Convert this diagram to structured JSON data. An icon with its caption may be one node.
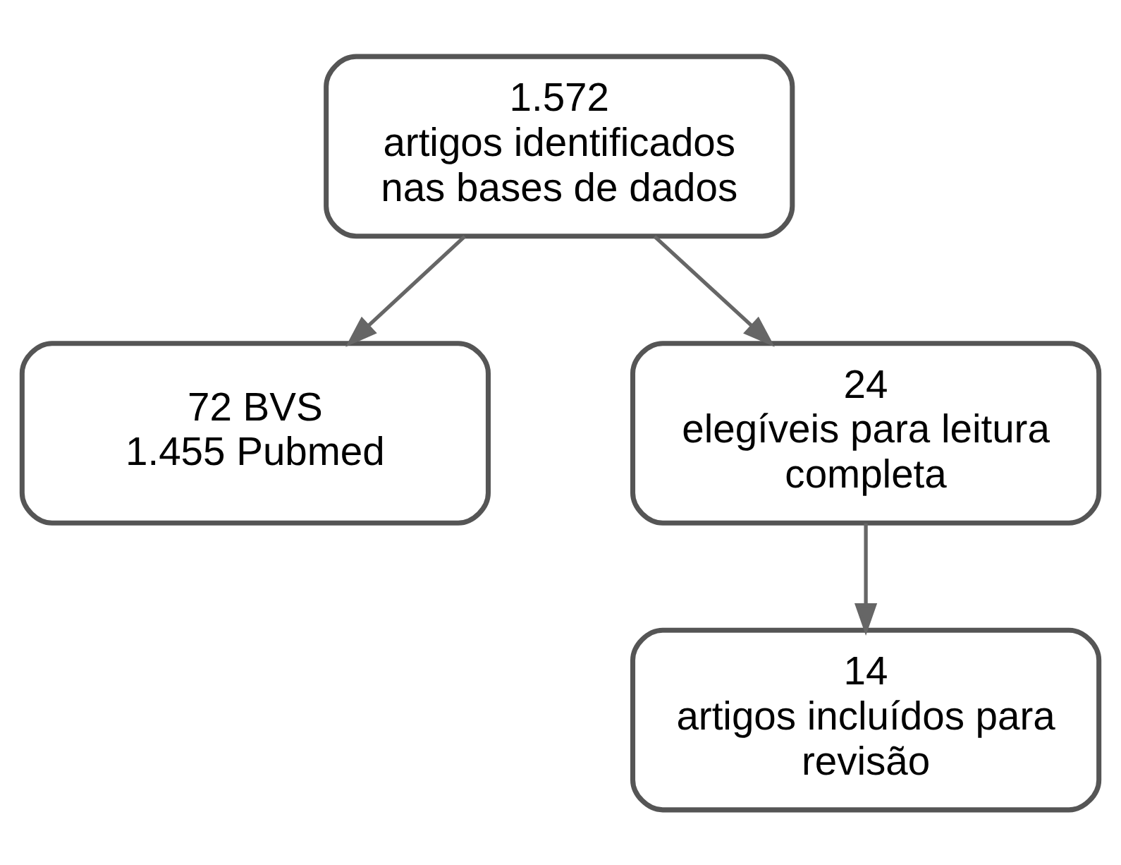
{
  "diagram": {
    "nodes": [
      {
        "text": [
          "1.572",
          "artigos identificados nas bases de dados"
        ]
      },
      {
        "text": [
          "72 BVS",
          "1.455 Pubmed"
        ]
      },
      {
        "text": [
          "24",
          "elegíveis para leitura completa"
        ]
      },
      {
        "text": [
          "14",
          "artigos incluídos para revisão"
        ]
      }
    ],
    "edges": [
      {
        "from": 0,
        "to": 2,
        "arrow": "to"
      },
      {
        "from": 0,
        "to": 1,
        "arrow": "to"
      },
      {
        "from": 2,
        "to": 3,
        "arrow": "to"
      }
    ]
  }
}
